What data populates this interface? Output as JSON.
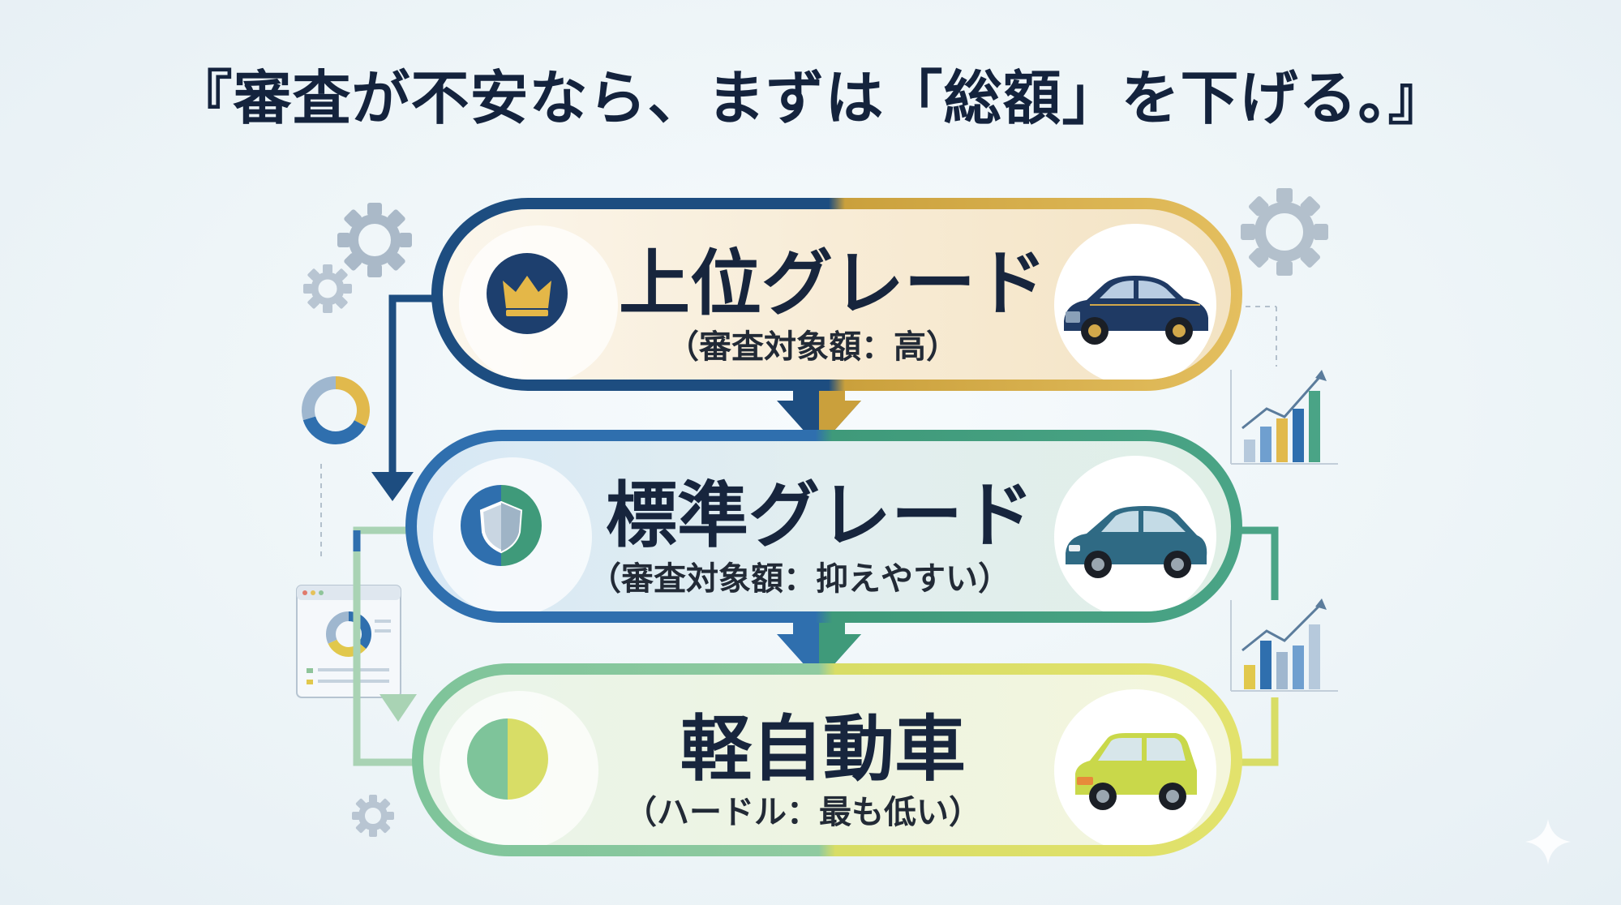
{
  "title": "『審査が不安なら、まずは「総額」を下げる。』",
  "tiers": [
    {
      "label": "上位グレード",
      "sub": "（審査対象額：高）",
      "icon": "crown-icon",
      "car": "luxury-sedan",
      "car_color": "#1f3a64"
    },
    {
      "label": "標準グレード",
      "sub": "（審査対象額：抑えやすい）",
      "icon": "shield-icon",
      "car": "hatchback",
      "car_color": "#2f6a84"
    },
    {
      "label": "軽自動車",
      "sub": "（ハードル：最も低い）",
      "icon": "half-circle-icon",
      "car": "kei-car",
      "car_color": "#c9d84a"
    }
  ],
  "colors": {
    "navy": "#1d4d80",
    "gold": "#caa03c",
    "blue": "#2f6fae",
    "teal": "#3f9a7a",
    "green": "#7ec49a",
    "yellow": "#d8dd66",
    "text": "#14233d"
  }
}
